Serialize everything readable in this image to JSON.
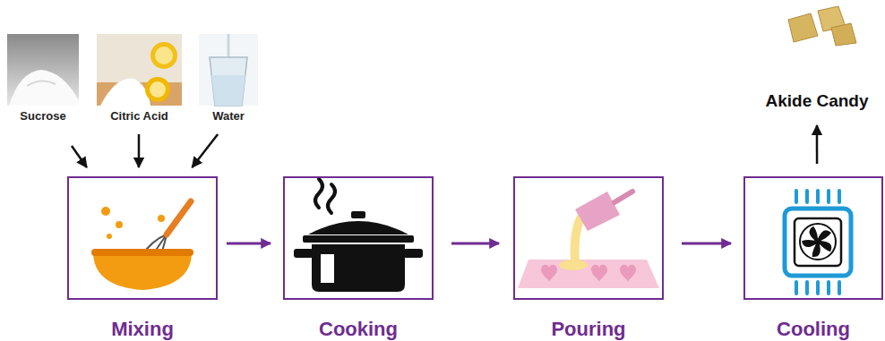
{
  "diagram": {
    "nodes": [
      {
        "text": [
          "Sucrose"
        ]
      },
      {
        "text": [
          "Citric Acid"
        ]
      },
      {
        "text": [
          "Water"
        ]
      },
      {
        "text": [
          "Mixing"
        ]
      },
      {
        "text": [
          "Cooking"
        ]
      },
      {
        "text": [
          "Pouring"
        ]
      },
      {
        "text": [
          "Cooling"
        ]
      },
      {
        "text": [
          "Akide Candy"
        ]
      }
    ],
    "edges": [
      {
        "from": 0,
        "to": 3,
        "arrow": "to"
      },
      {
        "from": 1,
        "to": 3,
        "arrow": "to"
      },
      {
        "from": 2,
        "to": 3,
        "arrow": "to"
      },
      {
        "from": 3,
        "to": 4,
        "arrow": "to"
      },
      {
        "from": 4,
        "to": 5,
        "arrow": "to"
      },
      {
        "from": 5,
        "to": 6,
        "arrow": "to"
      },
      {
        "from": 6,
        "to": 7,
        "arrow": "to"
      }
    ]
  }
}
